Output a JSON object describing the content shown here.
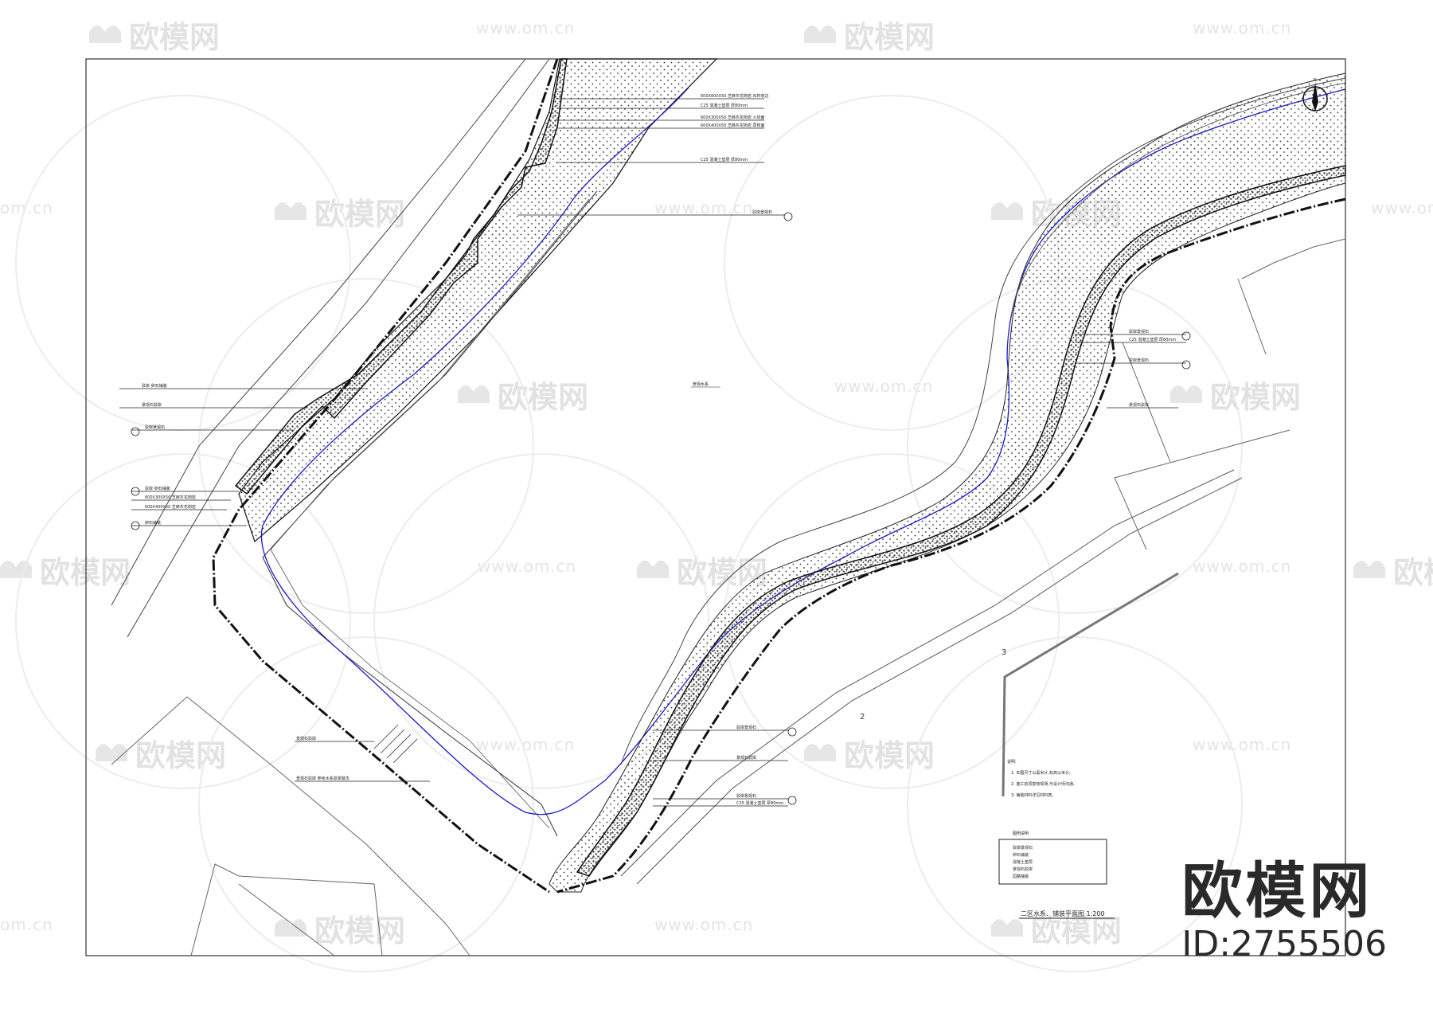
{
  "watermark": {
    "logo_text": "欧模网",
    "url_text": "www.om.cn",
    "url_short": "om.cn",
    "color": "#e2e2e2"
  },
  "drawing": {
    "border_color": "#333333",
    "water_line_color": "#1a1acc",
    "title": "二区水系、铺装平面图 1:200",
    "annotations": {
      "right_top": [
        "600X600X50 芝麻灰花岗岩 石材收边",
        "C25 混凝土垫层 厚80mm",
        "600X300X50 芝麻灰花岗岩 火烧面",
        "600X400X50 芝麻灰花岗岩 荔枝面",
        "C25 混凝土垫层 厚80mm",
        "驳岸景观石"
      ],
      "left_mid": [
        "驳岸 卵石铺装",
        "景观石驳岸",
        "驳岸景观石",
        "驳岸 卵石铺装",
        "600X300X50 芝麻灰花岗岩",
        "600X400X50 芝麻灰花岗岩",
        "卵石铺装"
      ],
      "right_mid": [
        "驳岸景观石",
        "C25 混凝土垫层 厚80mm",
        "驳岸景观石",
        "景观石驳岸"
      ],
      "bottom_mid": [
        "驳岸景观石",
        "景观石驳岸",
        "驳岸景观石",
        "C25 混凝土垫层 厚80mm"
      ],
      "bottom_left": [
        "景观石驳岸",
        "景观石驳岸 参考水系驳岸做法"
      ],
      "center_label": "景观水系"
    },
    "notes": {
      "heading": "说明:",
      "items": [
        "1. 本图尺寸以毫米计,标高以米计。",
        "2. 施工前须复核现场,与设计师沟通。",
        "3. 铺装材料详见材料表。"
      ]
    },
    "legend": {
      "heading": "图例说明",
      "rows": [
        "驳岸景观石",
        "卵石铺装",
        "混凝土垫层",
        "景观石驳岸",
        "园路铺装"
      ]
    },
    "north_label": "N",
    "markers": [
      "3",
      "2"
    ]
  },
  "branding": {
    "name": "欧模网",
    "id_text": "ID:2755506"
  }
}
